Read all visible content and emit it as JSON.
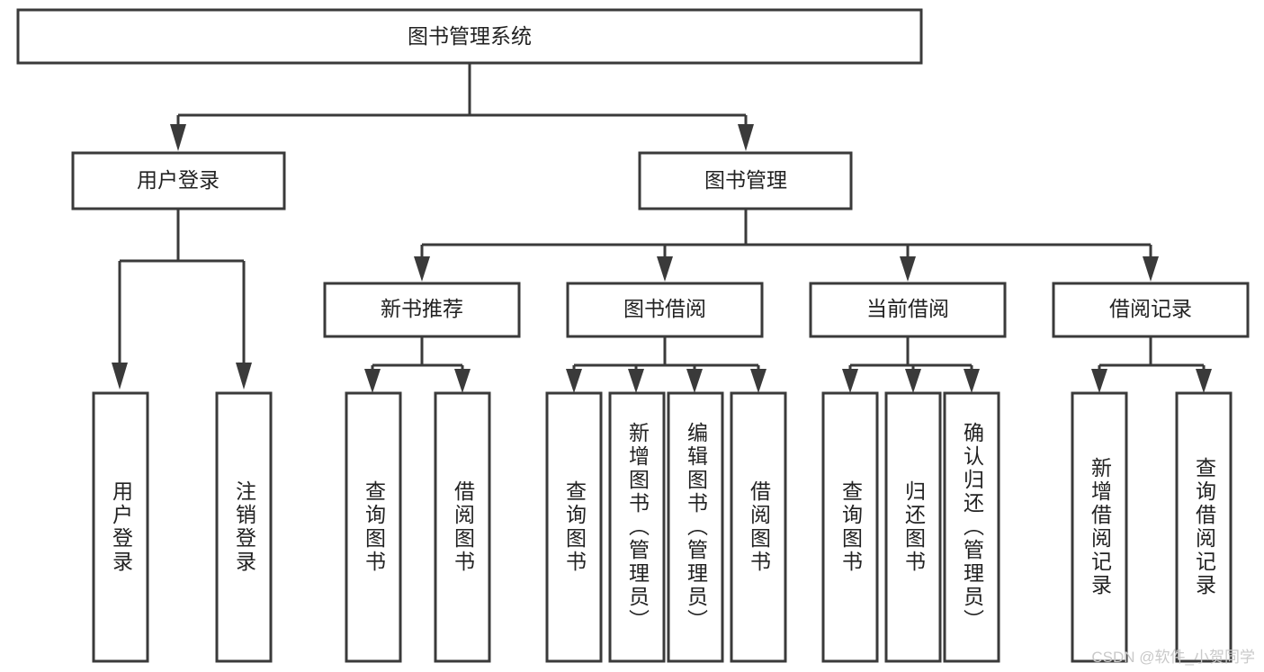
{
  "diagram": {
    "title": "图书管理系统",
    "watermark": "CSDN @软件_小贺同学",
    "stroke_color": "#3a3a3a",
    "text_color": "#222222",
    "background_color": "#ffffff",
    "watermark_color": "#c9c9c9",
    "root": {
      "label": "图书管理系统"
    },
    "level2": [
      {
        "label": "用户登录"
      },
      {
        "label": "图书管理"
      }
    ],
    "level3": [
      {
        "label": "新书推荐"
      },
      {
        "label": "图书借阅"
      },
      {
        "label": "当前借阅"
      },
      {
        "label": "借阅记录"
      }
    ],
    "leaves": {
      "user_login": [
        {
          "label": "用户登录"
        },
        {
          "label": "注销登录"
        }
      ],
      "new_book_recommend": [
        {
          "label": "查询图书"
        },
        {
          "label": "借阅图书"
        }
      ],
      "book_borrow": [
        {
          "label": "查询图书"
        },
        {
          "label": "新增图书（管理员）"
        },
        {
          "label": "编辑图书（管理员）"
        },
        {
          "label": "借阅图书"
        }
      ],
      "current_borrow": [
        {
          "label": "查询图书"
        },
        {
          "label": "归还图书"
        },
        {
          "label": "确认归还（管理员）"
        }
      ],
      "borrow_record": [
        {
          "label": "新增借阅记录"
        },
        {
          "label": "查询借阅记录"
        }
      ]
    }
  }
}
